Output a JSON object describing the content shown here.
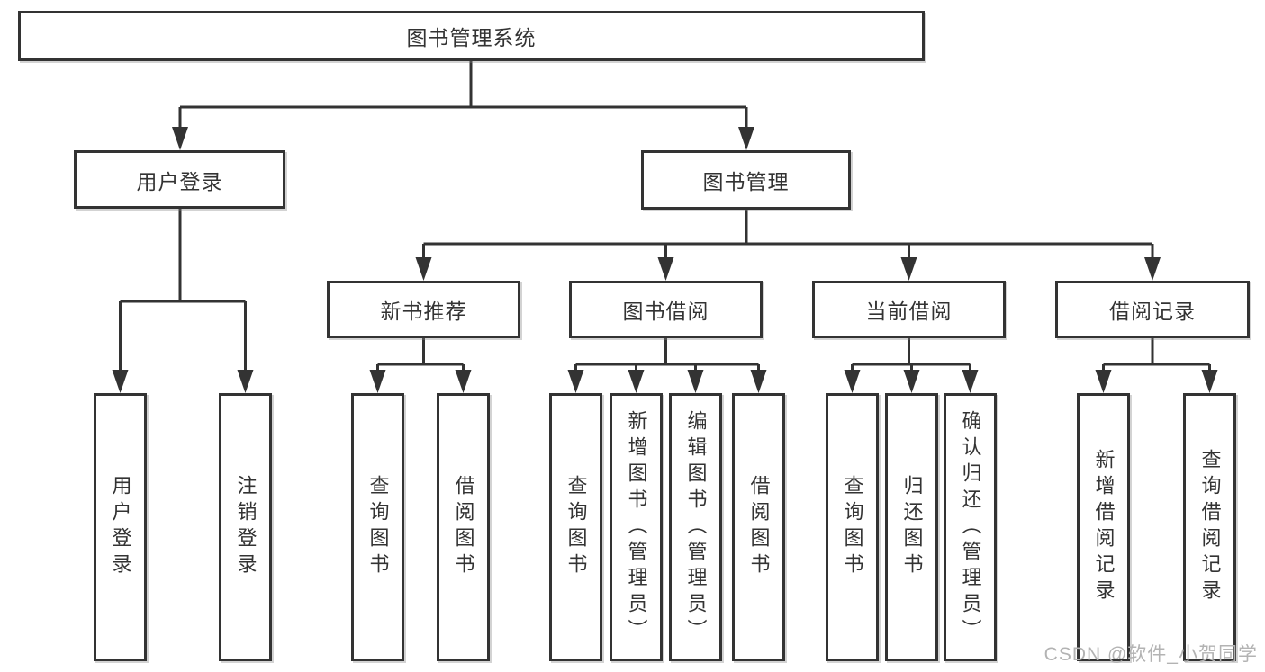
{
  "watermark": "CSDN @软件_小贺同学",
  "colors": {
    "line": "#333333",
    "box_border": "#333333",
    "box_fill": "#ffffff",
    "text": "#333333",
    "watermark": "#b3b3b3"
  },
  "tree": {
    "root": {
      "label": "图书管理系统",
      "children": [
        {
          "label": "用户登录",
          "children": [
            {
              "label": "用户登录"
            },
            {
              "label": "注销登录"
            }
          ]
        },
        {
          "label": "图书管理",
          "children": [
            {
              "label": "新书推荐",
              "children": [
                {
                  "label": "查询图书"
                },
                {
                  "label": "借阅图书"
                }
              ]
            },
            {
              "label": "图书借阅",
              "children": [
                {
                  "label": "查询图书"
                },
                {
                  "label": "新增图书（管理员）"
                },
                {
                  "label": "编辑图书（管理员）"
                },
                {
                  "label": "借阅图书"
                }
              ]
            },
            {
              "label": "当前借阅",
              "children": [
                {
                  "label": "查询图书"
                },
                {
                  "label": "归还图书"
                },
                {
                  "label": "确认归还（管理员）"
                }
              ]
            },
            {
              "label": "借阅记录",
              "children": [
                {
                  "label": "新增借阅记录"
                },
                {
                  "label": "查询借阅记录"
                }
              ]
            }
          ]
        }
      ]
    }
  }
}
